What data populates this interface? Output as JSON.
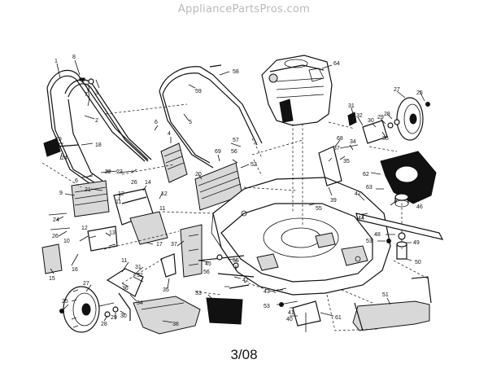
{
  "header": {
    "watermark": "AppliancePartsPros.com"
  },
  "footer": {
    "page_label": "3/08"
  },
  "callouts": [
    {
      "id": "c1",
      "text": "1"
    },
    {
      "id": "c2",
      "text": "8"
    },
    {
      "id": "c3",
      "text": "7"
    },
    {
      "id": "c4",
      "text": "3"
    },
    {
      "id": "c5",
      "text": "2"
    },
    {
      "id": "c6",
      "text": "19"
    },
    {
      "id": "c7",
      "text": "18"
    },
    {
      "id": "c8",
      "text": "24"
    },
    {
      "id": "c9",
      "text": "6"
    },
    {
      "id": "c10",
      "text": "22"
    },
    {
      "id": "c11",
      "text": "9"
    },
    {
      "id": "c12",
      "text": "21"
    },
    {
      "id": "c13",
      "text": "23"
    },
    {
      "id": "c14",
      "text": "26"
    },
    {
      "id": "c15",
      "text": "14"
    },
    {
      "id": "c16",
      "text": "12"
    },
    {
      "id": "c17",
      "text": "11"
    },
    {
      "id": "c18",
      "text": "12"
    },
    {
      "id": "c19",
      "text": "11"
    },
    {
      "id": "c20",
      "text": "12"
    },
    {
      "id": "c21",
      "text": "24"
    },
    {
      "id": "c22",
      "text": "26"
    },
    {
      "id": "c23",
      "text": "10"
    },
    {
      "id": "c24",
      "text": "13"
    },
    {
      "id": "c25",
      "text": "15"
    },
    {
      "id": "c26",
      "text": "16"
    },
    {
      "id": "c27",
      "text": "17"
    },
    {
      "id": "c28",
      "text": "11"
    },
    {
      "id": "c29",
      "text": "31"
    },
    {
      "id": "c30",
      "text": "32"
    },
    {
      "id": "c31",
      "text": "36"
    },
    {
      "id": "c32",
      "text": "27"
    },
    {
      "id": "c33",
      "text": "25"
    },
    {
      "id": "c34",
      "text": "34"
    },
    {
      "id": "c35",
      "text": "29"
    },
    {
      "id": "c36",
      "text": "30"
    },
    {
      "id": "c37",
      "text": "28"
    },
    {
      "id": "c38",
      "text": "35"
    },
    {
      "id": "c39",
      "text": "37"
    },
    {
      "id": "c40",
      "text": "58"
    },
    {
      "id": "c41",
      "text": "59"
    },
    {
      "id": "c42",
      "text": "5"
    },
    {
      "id": "c43",
      "text": "6"
    },
    {
      "id": "c44",
      "text": "4"
    },
    {
      "id": "c45",
      "text": "57"
    },
    {
      "id": "c46",
      "text": "69"
    },
    {
      "id": "c47",
      "text": "56"
    },
    {
      "id": "c48",
      "text": "52"
    },
    {
      "id": "c49",
      "text": "20"
    },
    {
      "id": "c50",
      "text": "64"
    },
    {
      "id": "c51",
      "text": "27"
    },
    {
      "id": "c52",
      "text": "25"
    },
    {
      "id": "c53",
      "text": "31"
    },
    {
      "id": "c54",
      "text": "32"
    },
    {
      "id": "c55",
      "text": "30"
    },
    {
      "id": "c56",
      "text": "29"
    },
    {
      "id": "c57",
      "text": "28"
    },
    {
      "id": "c58",
      "text": "36"
    },
    {
      "id": "c59",
      "text": "68"
    },
    {
      "id": "c60",
      "text": "34"
    },
    {
      "id": "c61",
      "text": "37"
    },
    {
      "id": "c62",
      "text": "35"
    },
    {
      "id": "c63",
      "text": "39"
    },
    {
      "id": "c64",
      "text": "62"
    },
    {
      "id": "c65",
      "text": "63"
    },
    {
      "id": "c66",
      "text": "47"
    },
    {
      "id": "c67",
      "text": "46"
    },
    {
      "id": "c68",
      "text": "44"
    },
    {
      "id": "c69",
      "text": "55"
    },
    {
      "id": "c70",
      "text": "53"
    },
    {
      "id": "c71",
      "text": "48"
    },
    {
      "id": "c72",
      "text": "49"
    },
    {
      "id": "c73",
      "text": "50"
    },
    {
      "id": "c74",
      "text": "45"
    },
    {
      "id": "c75",
      "text": "55"
    },
    {
      "id": "c76",
      "text": "56"
    },
    {
      "id": "c77",
      "text": "42"
    },
    {
      "id": "c78",
      "text": "43"
    },
    {
      "id": "c79",
      "text": "53"
    },
    {
      "id": "c80",
      "text": "41"
    },
    {
      "id": "c81",
      "text": "40"
    },
    {
      "id": "c82",
      "text": "61"
    },
    {
      "id": "c83",
      "text": "51"
    },
    {
      "id": "c84",
      "text": "33"
    },
    {
      "id": "c85",
      "text": "38"
    }
  ]
}
